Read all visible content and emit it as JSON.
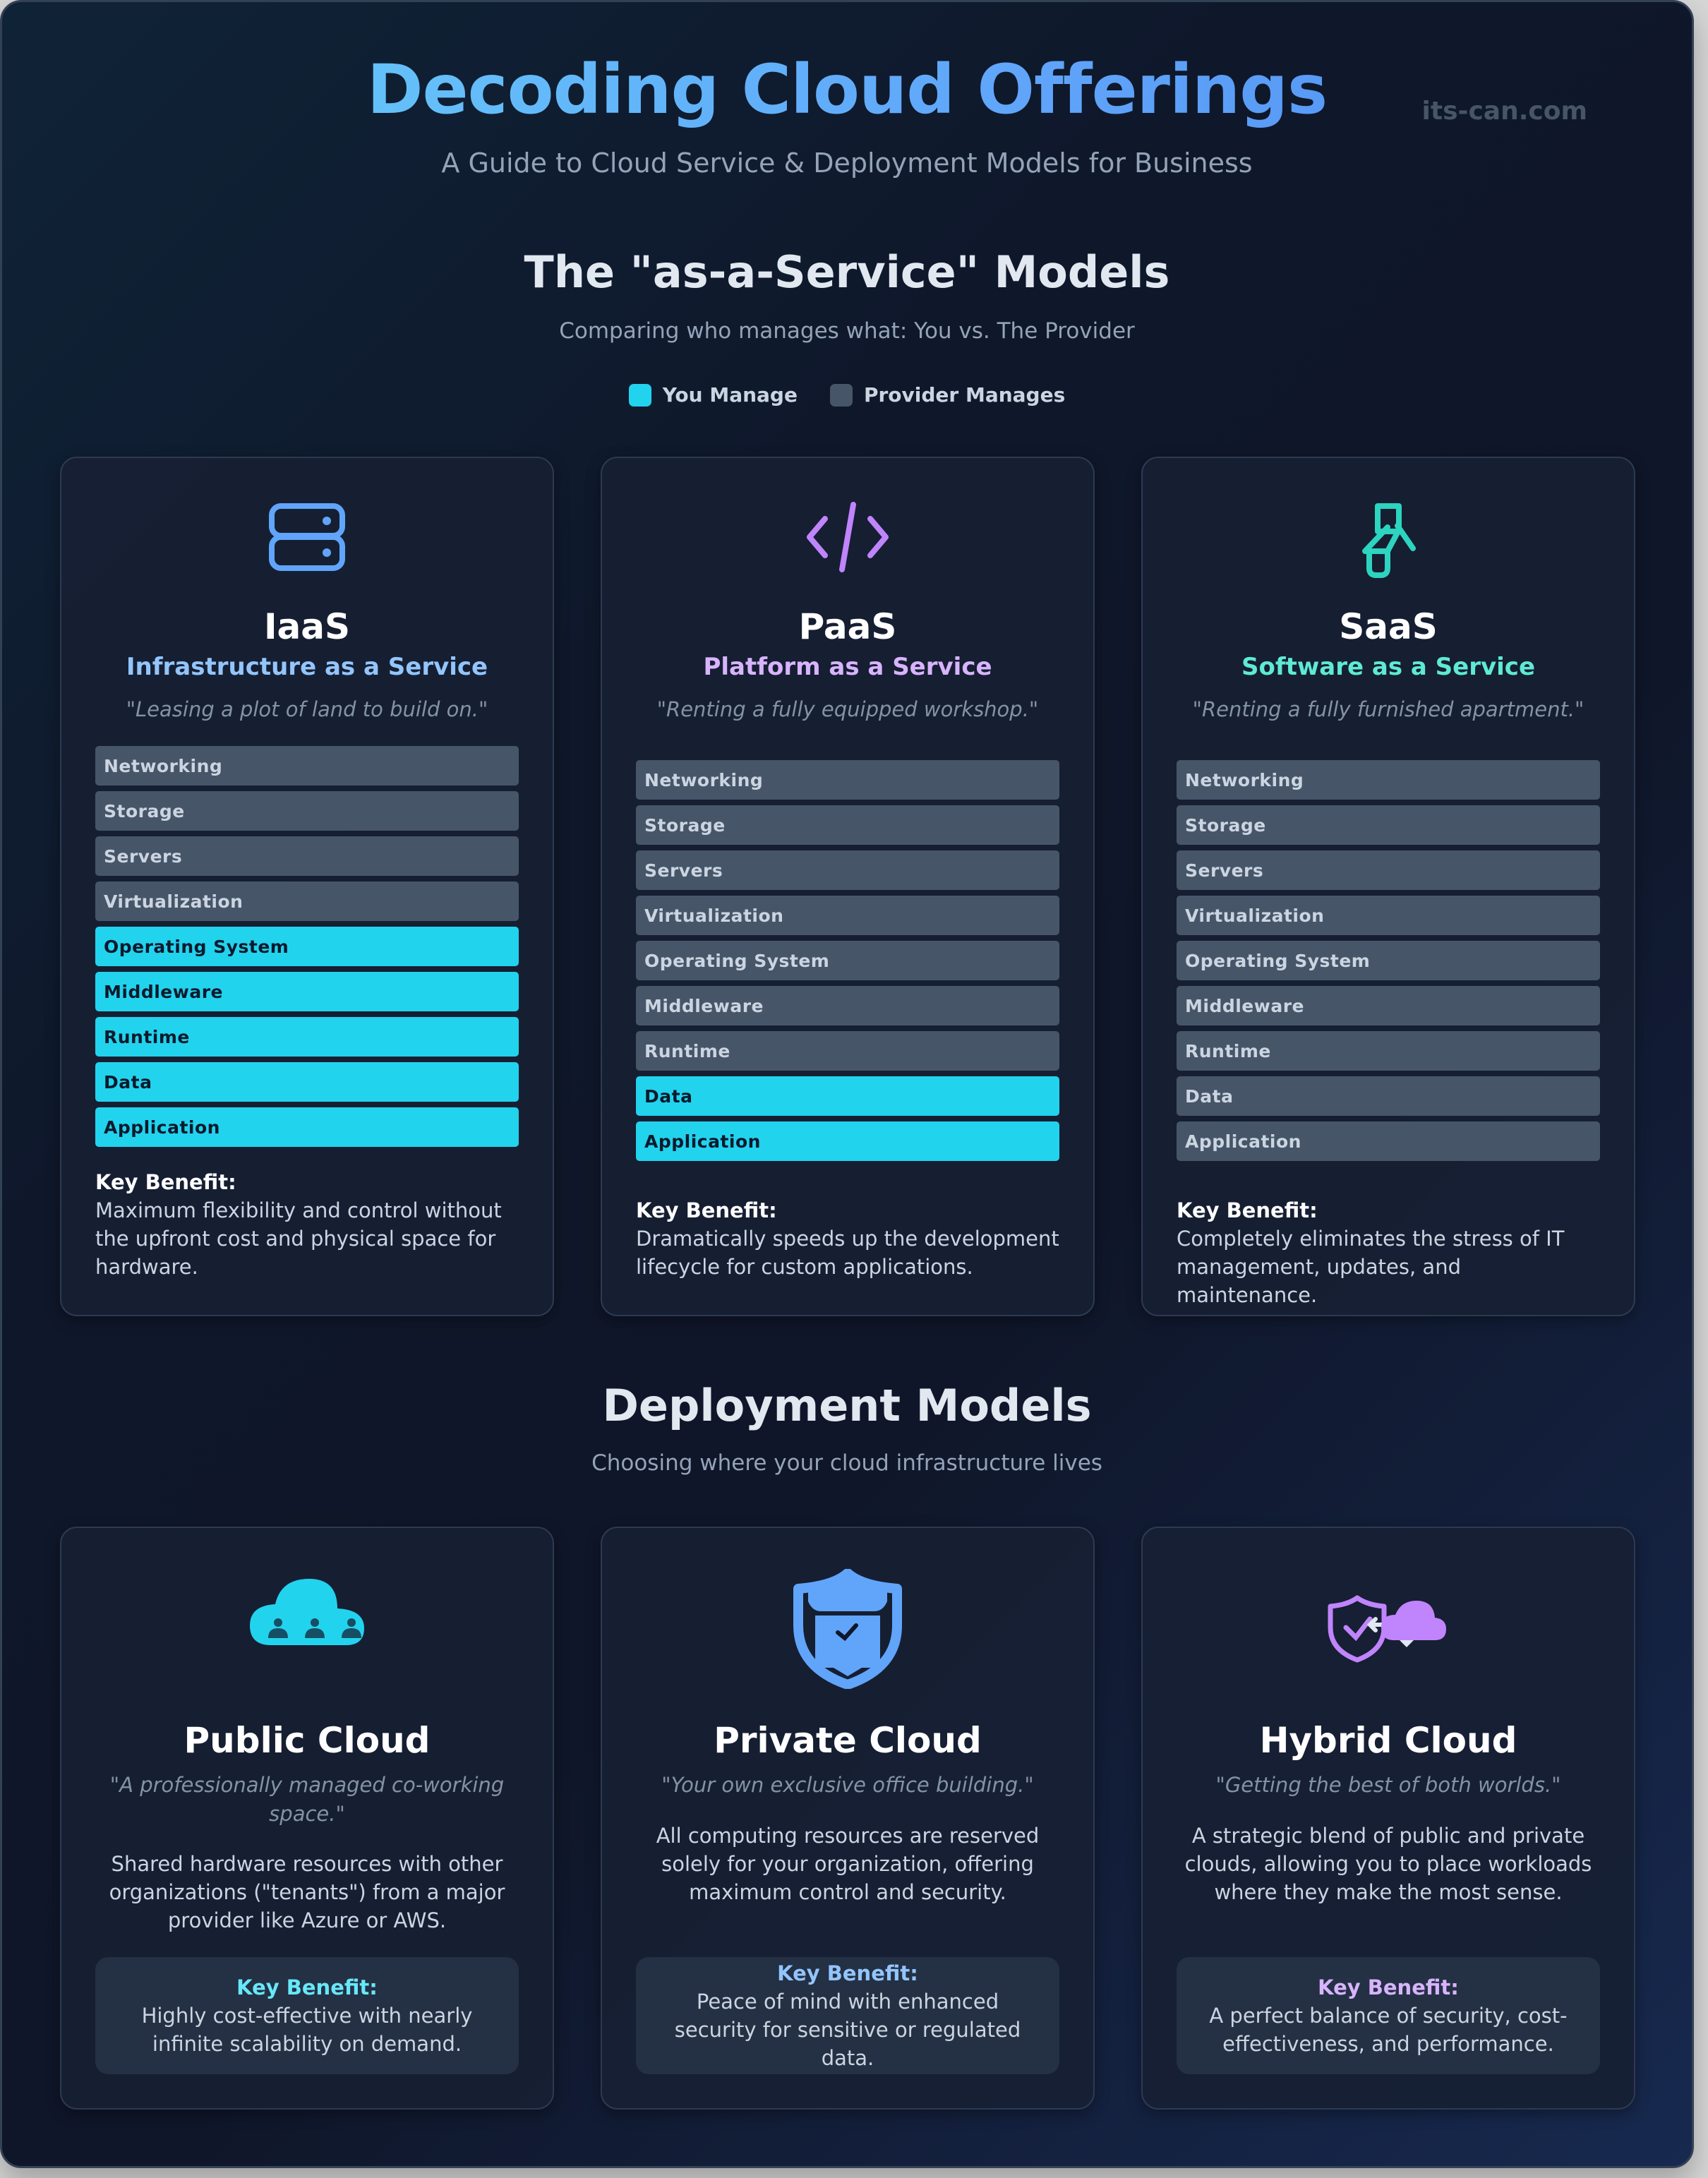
{
  "header": {
    "title": "Decoding Cloud Offerings",
    "subtitle": "A Guide to Cloud Service & Deployment Models for Business",
    "watermark": "its-can.com"
  },
  "service_section": {
    "title": "The \"as-a-Service\" Models",
    "subtitle": "Comparing who manages what: You vs. The Provider",
    "legend": [
      {
        "label": "You Manage",
        "color": "#22d3ee"
      },
      {
        "label": "Provider Manages",
        "color": "#475569"
      }
    ],
    "cards": [
      {
        "name": "IaaS",
        "full_name": "Infrastructure as a Service",
        "accent": "#60a5fa",
        "icon": "server-icon",
        "analogy": "\"Leasing a plot of land to build on.\"",
        "layers": [
          {
            "label": "Networking",
            "managed_by": "provider"
          },
          {
            "label": "Storage",
            "managed_by": "provider"
          },
          {
            "label": "Servers",
            "managed_by": "provider"
          },
          {
            "label": "Virtualization",
            "managed_by": "provider"
          },
          {
            "label": "Operating System",
            "managed_by": "you"
          },
          {
            "label": "Middleware",
            "managed_by": "you"
          },
          {
            "label": "Runtime",
            "managed_by": "you"
          },
          {
            "label": "Data",
            "managed_by": "you"
          },
          {
            "label": "Application",
            "managed_by": "you"
          }
        ],
        "benefit_label": "Key Benefit:",
        "benefit_text": "Maximum flexibility and control without the upfront cost and physical space for hardware."
      },
      {
        "name": "PaaS",
        "full_name": "Platform as a Service",
        "accent": "#d8b4fe",
        "icon": "code-icon",
        "analogy": "\"Renting a fully equipped workshop.\"",
        "layers": [
          {
            "label": "Networking",
            "managed_by": "provider"
          },
          {
            "label": "Storage",
            "managed_by": "provider"
          },
          {
            "label": "Servers",
            "managed_by": "provider"
          },
          {
            "label": "Virtualization",
            "managed_by": "provider"
          },
          {
            "label": "Operating System",
            "managed_by": "provider"
          },
          {
            "label": "Middleware",
            "managed_by": "provider"
          },
          {
            "label": "Runtime",
            "managed_by": "provider"
          },
          {
            "label": "Data",
            "managed_by": "you"
          },
          {
            "label": "Application",
            "managed_by": "you"
          }
        ],
        "benefit_label": "Key Benefit:",
        "benefit_text": "Dramatically speeds up the development lifecycle for custom applications."
      },
      {
        "name": "SaaS",
        "full_name": "Software as a Service",
        "accent": "#5eead4",
        "icon": "app-hand-icon",
        "analogy": "\"Renting a fully furnished apartment.\"",
        "layers": [
          {
            "label": "Networking",
            "managed_by": "provider"
          },
          {
            "label": "Storage",
            "managed_by": "provider"
          },
          {
            "label": "Servers",
            "managed_by": "provider"
          },
          {
            "label": "Virtualization",
            "managed_by": "provider"
          },
          {
            "label": "Operating System",
            "managed_by": "provider"
          },
          {
            "label": "Middleware",
            "managed_by": "provider"
          },
          {
            "label": "Runtime",
            "managed_by": "provider"
          },
          {
            "label": "Data",
            "managed_by": "provider"
          },
          {
            "label": "Application",
            "managed_by": "provider"
          }
        ],
        "benefit_label": "Key Benefit:",
        "benefit_text": "Completely eliminates the stress of IT management, updates, and maintenance."
      }
    ]
  },
  "deployment_section": {
    "title": "Deployment Models",
    "subtitle": "Choosing where your cloud infrastructure lives",
    "cards": [
      {
        "name": "Public Cloud",
        "icon": "cloud-users-icon",
        "accent": "#22d3ee",
        "benefit_color": "#67e8f9",
        "analogy": "\"A professionally managed co-working space.\"",
        "description": "Shared hardware resources with other organizations (\"tenants\") from a major provider like Azure or AWS.",
        "benefit_label": "Key Benefit:",
        "benefit_text": "Highly cost-effective with nearly infinite scalability on demand."
      },
      {
        "name": "Private Cloud",
        "icon": "shield-lock-icon",
        "accent": "#60a5fa",
        "benefit_color": "#93c5fd",
        "analogy": "\"Your own exclusive office building.\"",
        "description": "All computing resources are reserved solely for your organization, offering maximum control and security.",
        "benefit_label": "Key Benefit:",
        "benefit_text": "Peace of mind with enhanced security for sensitive or regulated data."
      },
      {
        "name": "Hybrid Cloud",
        "icon": "shield-cloud-icon",
        "accent": "#c084fc",
        "benefit_color": "#d8b4fe",
        "analogy": "\"Getting the best of both worlds.\"",
        "description": "A strategic blend of public and private clouds, allowing you to place workloads where they make the most sense.",
        "benefit_label": "Key Benefit:",
        "benefit_text": "A perfect balance of security, cost-effectiveness, and performance."
      }
    ]
  }
}
